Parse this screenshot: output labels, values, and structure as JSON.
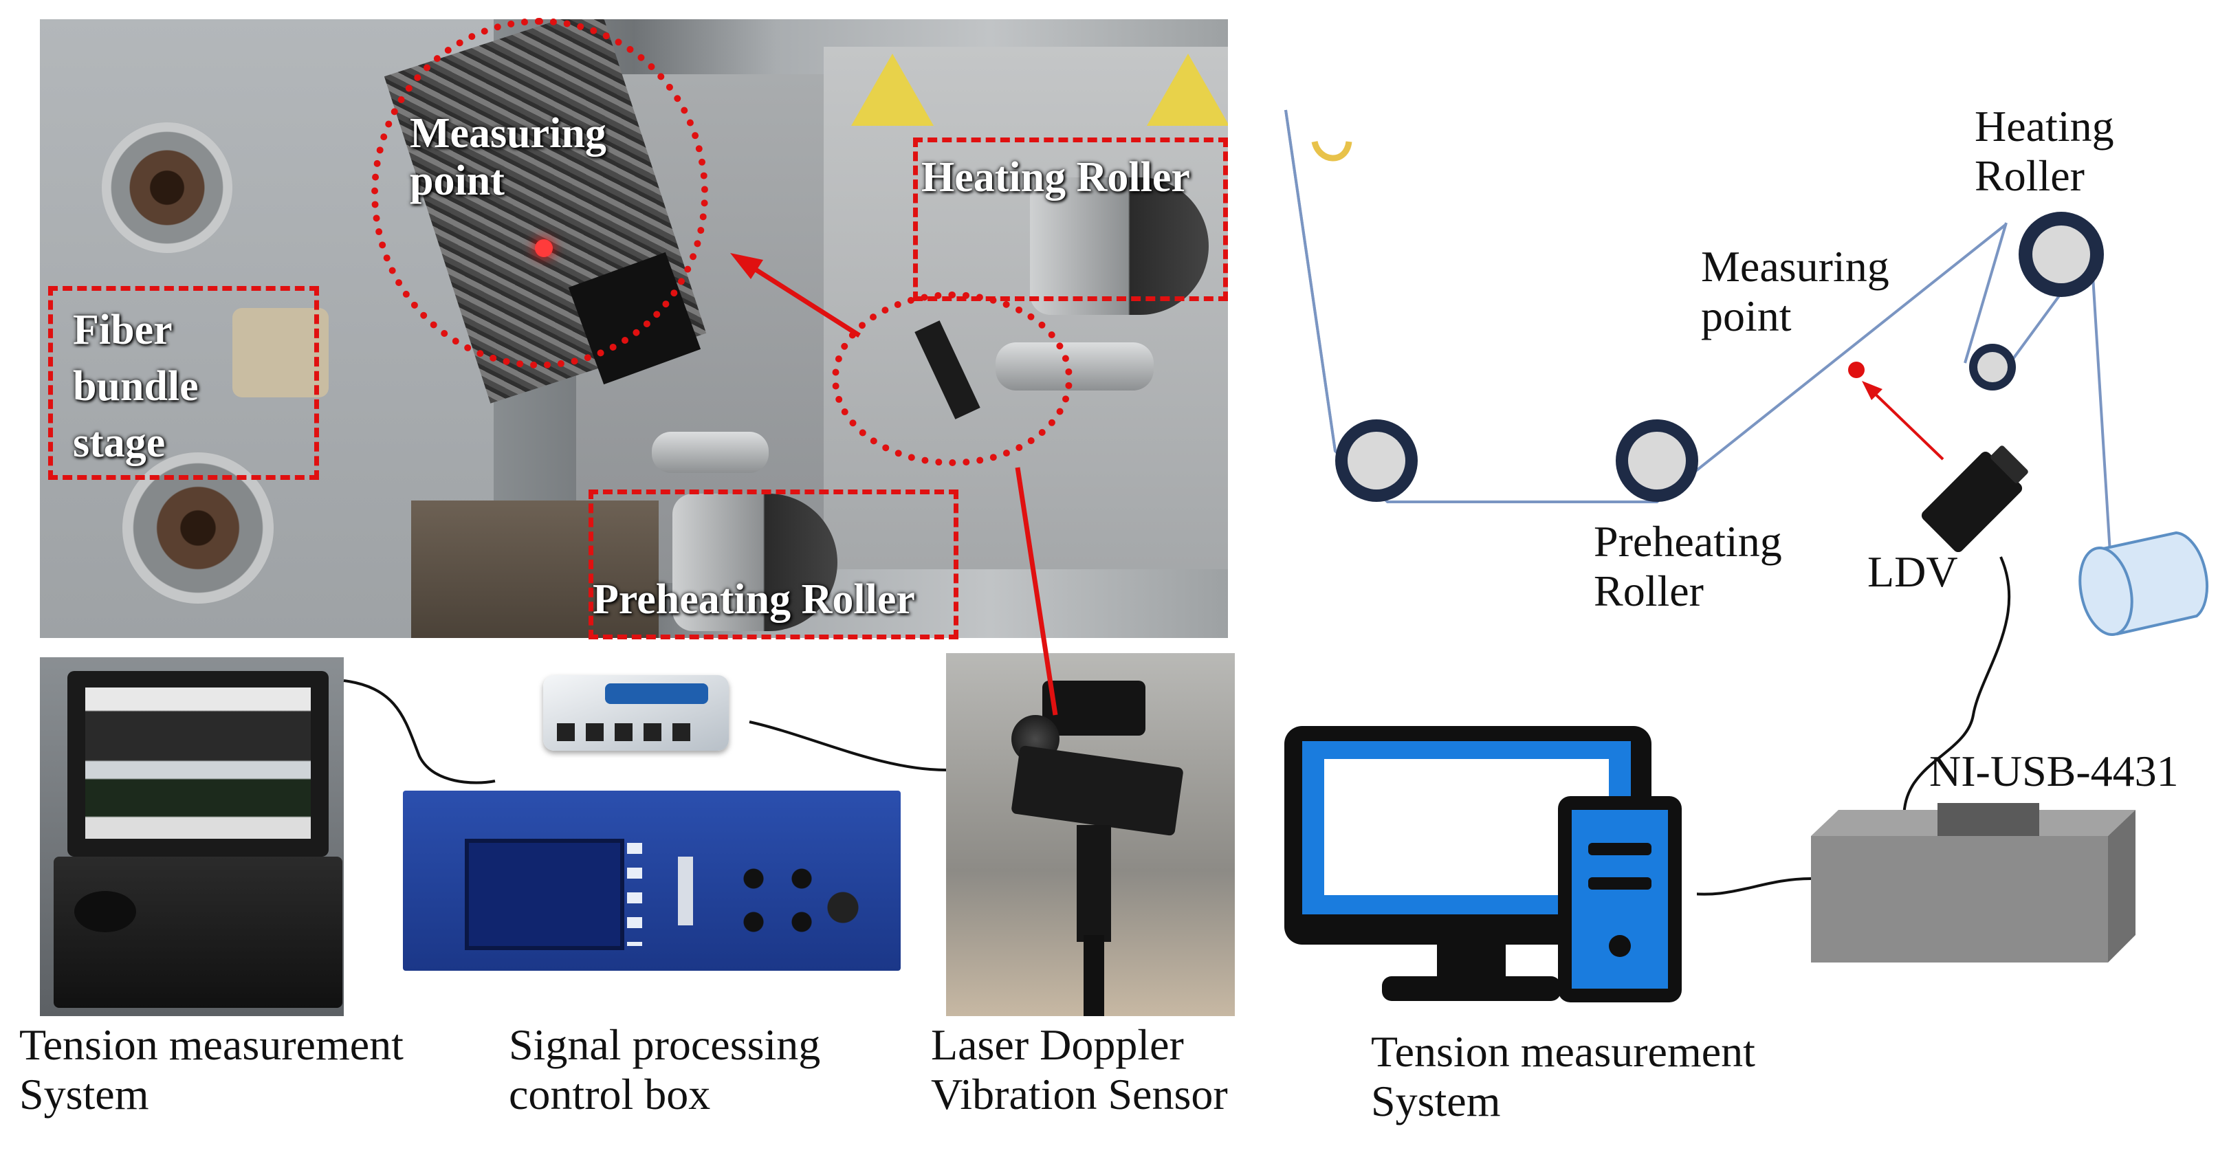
{
  "photo": {
    "measuring_point": "Measuring\npoint",
    "heating_roller": "Heating Roller",
    "fiber_bundle_stage": "Fiber\nbundle\nstage",
    "preheating_roller": "Preheating Roller"
  },
  "equipment": {
    "tension_system": "Tension measurement\nSystem",
    "signal_box": "Signal processing\ncontrol box",
    "ldv_sensor": "Laser Doppler\nVibration Sensor"
  },
  "schematic": {
    "heating_roller": "Heating\nRoller",
    "measuring_point": "Measuring\npoint",
    "preheating_roller": "Preheating\nRoller",
    "ldv": "LDV",
    "daq": "NI-USB-4431",
    "tension_system": "Tension measurement\nSystem"
  },
  "colors": {
    "annotation_red": "#e01010",
    "line_blue": "#7a95c2",
    "roller_outer": "#1e2b46",
    "roller_inner": "#d9d9d9",
    "monitor_blue": "#1a7cde",
    "daq_grey": "#8c8c8c"
  }
}
